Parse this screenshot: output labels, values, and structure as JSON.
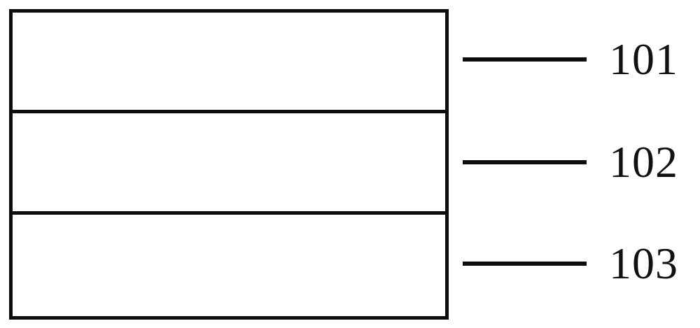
{
  "figure": {
    "type": "layered-cross-section-diagram",
    "background_color": "#ffffff",
    "line_color": "#0d0d0d",
    "text_color": "#111111",
    "stack": {
      "name": "three-layer-stack",
      "layers": [
        {
          "id": "layer-101",
          "reference_numeral": "101",
          "position": "top"
        },
        {
          "id": "layer-102",
          "reference_numeral": "102",
          "position": "middle"
        },
        {
          "id": "layer-103",
          "reference_numeral": "103",
          "position": "bottom"
        }
      ]
    },
    "callouts": [
      {
        "label": "101",
        "target_layer": "layer-101"
      },
      {
        "label": "102",
        "target_layer": "layer-102"
      },
      {
        "label": "103",
        "target_layer": "layer-103"
      }
    ]
  }
}
